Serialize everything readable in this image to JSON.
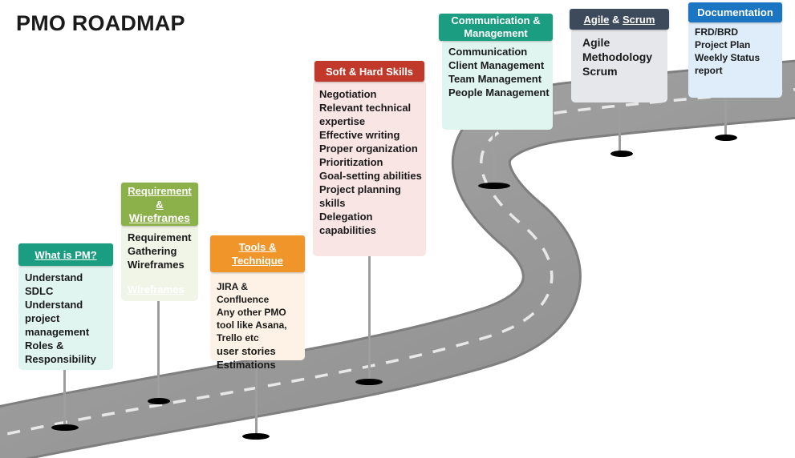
{
  "title": "PMO ROADMAP",
  "colors": {
    "road": "#9b9b9b",
    "dash": "#e8e8e8",
    "teal": "#1a9d80",
    "green": "#8cb04a",
    "orange": "#f0952a",
    "red": "#c0392b",
    "navy": "#3d4a5c",
    "blue": "#1a76c2"
  },
  "stops": [
    {
      "header": "What is PM?",
      "items": [
        "Understand",
        "SDLC",
        "Understand",
        "project",
        "management",
        "Roles &",
        "Responsibility"
      ]
    },
    {
      "header_lines": [
        "Requirement",
        "&",
        "Wireframes"
      ],
      "items": [
        "Requirement",
        "Gathering",
        "Wireframes"
      ],
      "faded_item": "Wireframes"
    },
    {
      "header_lines": [
        "Tools &",
        "Technique"
      ],
      "items": [
        "JIRA &",
        "Confluence",
        "Any other PMO",
        "tool like Asana,",
        "Trello etc",
        "user stories",
        "Estimations"
      ]
    },
    {
      "header": "Soft & Hard Skills",
      "items": [
        "Negotiation",
        "Relevant technical",
        "expertise",
        "Effective writing",
        "Proper organization",
        "Prioritization",
        "Goal-setting abilities",
        "Project planning",
        "skills",
        "Delegation",
        "capabilities"
      ]
    },
    {
      "header_lines": [
        "Communication &",
        "Management"
      ],
      "items": [
        "Communication",
        "Client Management",
        "Team Management",
        "People Management"
      ]
    },
    {
      "header_parts": [
        "Agile",
        " & ",
        "Scrum"
      ],
      "items": [
        "Agile",
        "Methodology",
        "Scrum"
      ]
    },
    {
      "header": "Documentation",
      "items": [
        "FRD/BRD",
        "Project Plan",
        "Weekly Status",
        "report"
      ]
    }
  ]
}
